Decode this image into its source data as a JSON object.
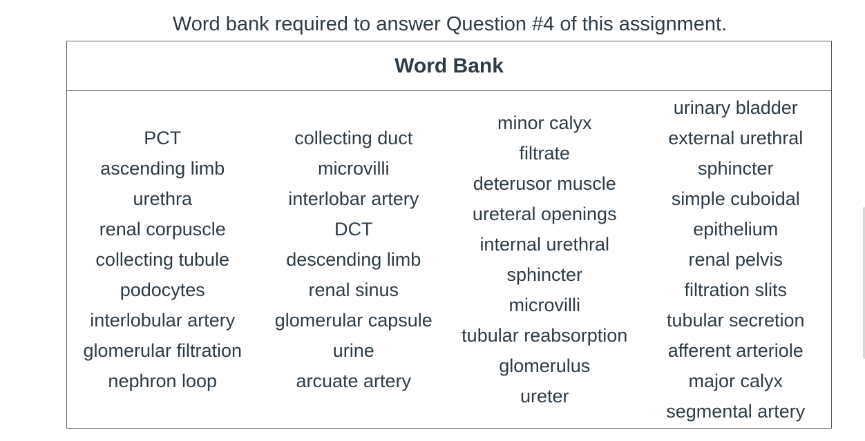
{
  "caption": "Word bank required to answer Question #4 of this assignment.",
  "word_bank": {
    "title": "Word Bank",
    "columns": [
      [
        "PCT",
        "ascending limb",
        "urethra",
        "renal corpuscle",
        "collecting tubule",
        "podocytes",
        "interlobular artery",
        "glomerular filtration",
        "nephron loop"
      ],
      [
        "collecting duct",
        "microvilli",
        "interlobar artery",
        "DCT",
        "descending limb",
        "renal sinus",
        "glomerular capsule",
        "urine",
        "arcuate artery"
      ],
      [
        "minor calyx",
        "filtrate",
        "deterusor muscle",
        "ureteral openings",
        "internal urethral",
        "sphincter",
        "microvilli",
        "tubular reabsorption",
        "glomerulus",
        "ureter"
      ],
      [
        "urinary bladder",
        "external urethral",
        "sphincter",
        "simple cuboidal",
        "epithelium",
        "renal pelvis",
        "filtration slits",
        "tubular secretion",
        "afferent arteriole",
        "major calyx",
        "segmental artery"
      ]
    ]
  }
}
